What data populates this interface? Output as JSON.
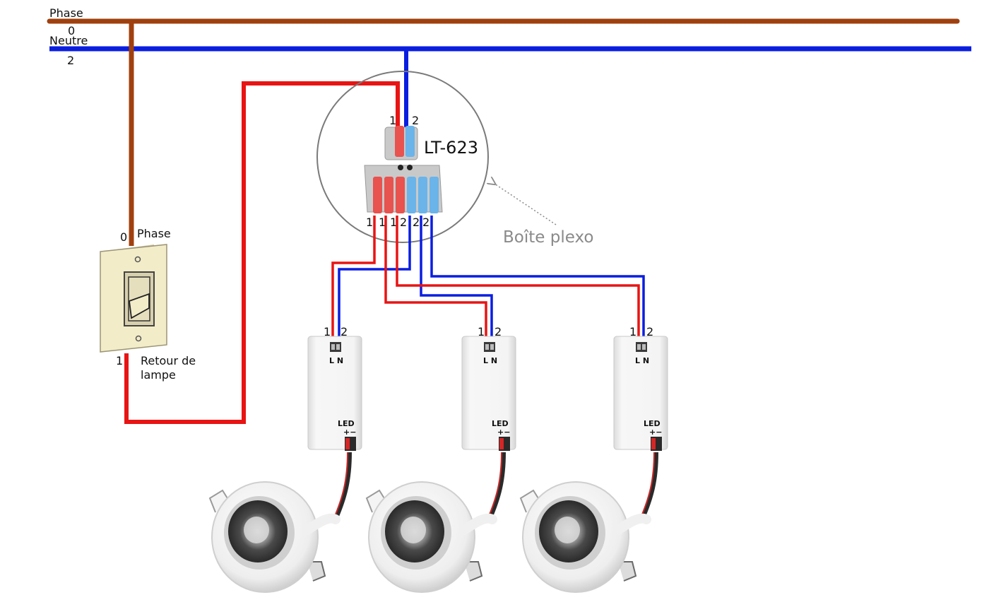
{
  "colors": {
    "phase": "#a0400e",
    "neutre": "#0a1ee0",
    "retour": "#e81414",
    "wire_dark": "#2a2a2a"
  },
  "bus": {
    "phase_label": "Phase",
    "phase_num": "0",
    "neutre_label": "Neutre",
    "neutre_num": "2"
  },
  "switch": {
    "top_num": "0",
    "top_label": "Phase",
    "bottom_num": "1",
    "bottom_label_line1": "Retour de",
    "bottom_label_line2": "lampe",
    "icon": "light-switch-icon"
  },
  "connector": {
    "model": "LT-623",
    "top_terminals": [
      "1",
      "2"
    ],
    "bottom_terminals": [
      "1",
      "1",
      "1",
      "2",
      "2",
      "2"
    ],
    "box_label": "Boîte plexo",
    "icon": "wago-connector-icon"
  },
  "drivers": [
    {
      "t1": "1",
      "t2": "2",
      "input_label": "L N",
      "output_label": "LED",
      "polarity": "+−"
    },
    {
      "t1": "1",
      "t2": "2",
      "input_label": "L N",
      "output_label": "LED",
      "polarity": "+−"
    },
    {
      "t1": "1",
      "t2": "2",
      "input_label": "L N",
      "output_label": "LED",
      "polarity": "+−"
    }
  ],
  "spotlights": [
    {
      "icon": "led-spotlight-icon"
    },
    {
      "icon": "led-spotlight-icon"
    },
    {
      "icon": "led-spotlight-icon"
    }
  ]
}
